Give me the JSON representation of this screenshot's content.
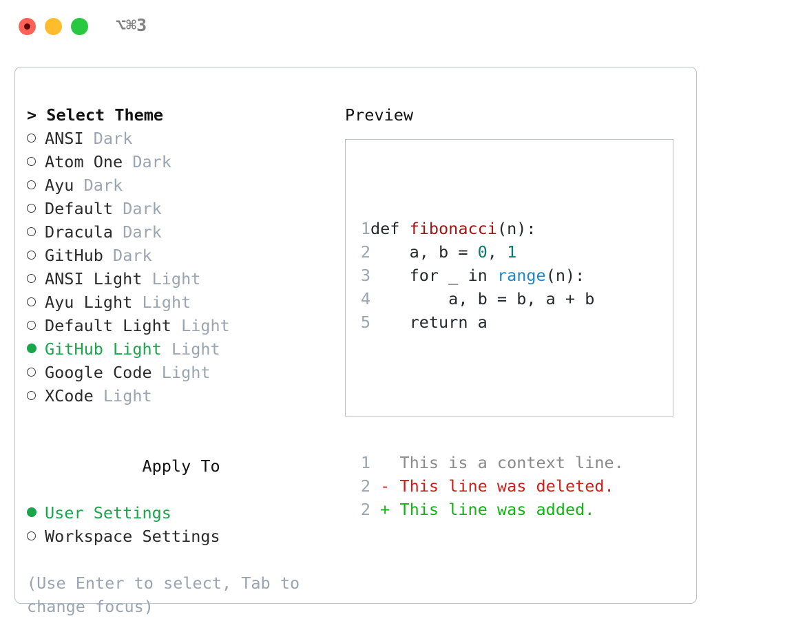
{
  "window": {
    "title": "⌥⌘3",
    "traffic_lights": [
      {
        "name": "close",
        "color": "#ff6058"
      },
      {
        "name": "minimize",
        "color": "#ffbd2e"
      },
      {
        "name": "maximize",
        "color": "#28c840"
      }
    ]
  },
  "theme_picker": {
    "heading": "> Select Theme",
    "items": [
      {
        "marker": "○",
        "name": "ANSI",
        "variant": "Dark",
        "selected": false
      },
      {
        "marker": "○",
        "name": "Atom One",
        "variant": "Dark",
        "selected": false
      },
      {
        "marker": "○",
        "name": "Ayu",
        "variant": "Dark",
        "selected": false
      },
      {
        "marker": "○",
        "name": "Default",
        "variant": "Dark",
        "selected": false
      },
      {
        "marker": "○",
        "name": "Dracula",
        "variant": "Dark",
        "selected": false
      },
      {
        "marker": "○",
        "name": "GitHub",
        "variant": "Dark",
        "selected": false
      },
      {
        "marker": "○",
        "name": "ANSI Light",
        "variant": "Light",
        "selected": false
      },
      {
        "marker": "○",
        "name": "Ayu Light",
        "variant": "Light",
        "selected": false
      },
      {
        "marker": "○",
        "name": "Default Light",
        "variant": "Light",
        "selected": false
      },
      {
        "marker": "●",
        "name": "GitHub Light",
        "variant": "Light",
        "selected": true
      },
      {
        "marker": "○",
        "name": "Google Code",
        "variant": "Light",
        "selected": false
      },
      {
        "marker": "○",
        "name": "XCode",
        "variant": "Light",
        "selected": false
      }
    ]
  },
  "apply_to": {
    "heading": "Apply To",
    "items": [
      {
        "marker": "●",
        "name": "User Settings",
        "selected": true
      },
      {
        "marker": "○",
        "name": "Workspace Settings",
        "selected": false
      }
    ]
  },
  "hint": "(Use Enter to select, Tab to change focus)",
  "preview": {
    "heading": "Preview",
    "code_lines": [
      {
        "lineno": "1",
        "tokens": [
          {
            "text": "def ",
            "kind": "plain"
          },
          {
            "text": "fibonacci",
            "kind": "func"
          },
          {
            "text": "(n):",
            "kind": "plain"
          }
        ]
      },
      {
        "lineno": "2",
        "tokens": [
          {
            "text": "    a, b = ",
            "kind": "plain"
          },
          {
            "text": "0",
            "kind": "num"
          },
          {
            "text": ", ",
            "kind": "plain"
          },
          {
            "text": "1",
            "kind": "num"
          }
        ]
      },
      {
        "lineno": "3",
        "tokens": [
          {
            "text": "    for _ in ",
            "kind": "plain"
          },
          {
            "text": "range",
            "kind": "call"
          },
          {
            "text": "(n):",
            "kind": "plain"
          }
        ]
      },
      {
        "lineno": "4",
        "tokens": [
          {
            "text": "        a, b = b, a + b",
            "kind": "plain"
          }
        ]
      },
      {
        "lineno": "5",
        "tokens": [
          {
            "text": "    return a",
            "kind": "plain"
          }
        ]
      }
    ],
    "diff_lines": [
      {
        "lineno": "1",
        "tokens": [
          {
            "text": "   This is a context line.",
            "kind": "ctx"
          }
        ]
      },
      {
        "lineno": "2",
        "tokens": [
          {
            "text": " - This line was deleted.",
            "kind": "del"
          }
        ]
      },
      {
        "lineno": "2",
        "tokens": [
          {
            "text": " + This line was added.",
            "kind": "add"
          }
        ]
      }
    ]
  },
  "colors": {
    "accent_green": "#1aa64b",
    "muted": "#9aa5b1",
    "border": "#b7c0cb",
    "func": "#a31515",
    "number": "#0a7a71",
    "call": "#1f87c4",
    "diff_deleted": "#cc1f1a",
    "diff_added": "#16b117",
    "diff_context": "#8a8a8a"
  }
}
